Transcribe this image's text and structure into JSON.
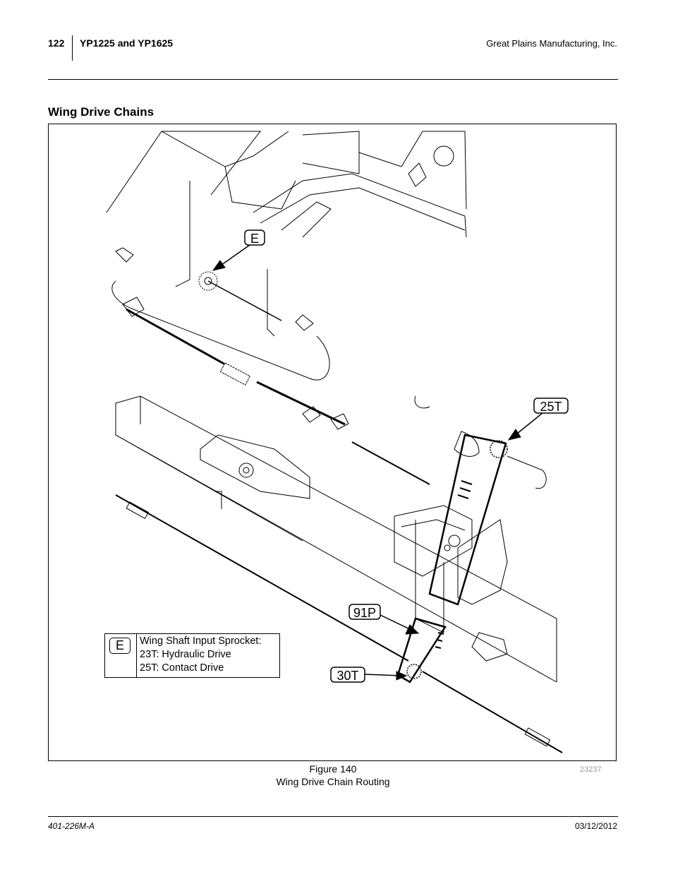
{
  "header": {
    "page_number": "122",
    "model": "YP1225 and YP1625",
    "company": "Great Plains Manufacturing, Inc."
  },
  "section_title": "Wing Drive Chains",
  "figure": {
    "callouts": {
      "e": "E",
      "t25": "25T",
      "p91": "91P",
      "t30": "30T"
    },
    "legend": {
      "key": "E",
      "lines": [
        "Wing Shaft Input Sprocket:",
        "23T: Hydraulic Drive",
        "25T: Contact Drive"
      ]
    },
    "number": "Figure 140",
    "caption": "Wing Drive Chain Routing",
    "drawing_id": "23237"
  },
  "footer": {
    "doc_number": "401-226M-A",
    "date": "03/12/2012"
  }
}
